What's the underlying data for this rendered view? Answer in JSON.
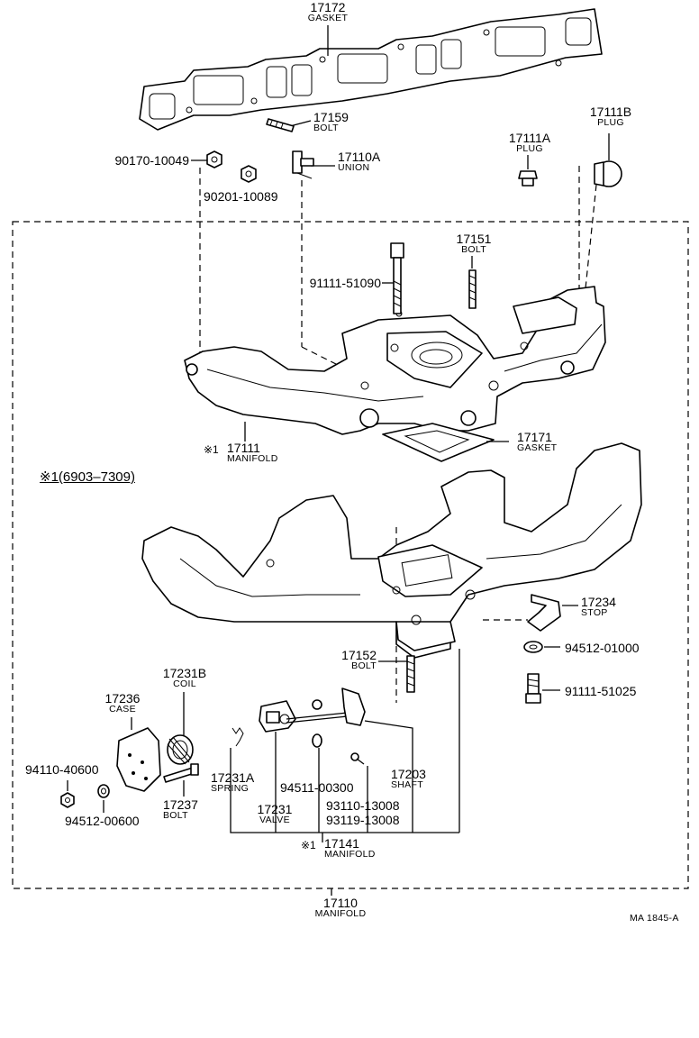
{
  "labels": {
    "p17172": {
      "num": "17172",
      "name": "GASKET"
    },
    "p17159": {
      "num": "17159",
      "name": "BOLT"
    },
    "p17110A": {
      "num": "17110A",
      "name": "UNION"
    },
    "p17111A": {
      "num": "17111A",
      "name": "PLUG"
    },
    "p17111B": {
      "num": "17111B",
      "name": "PLUG"
    },
    "p90170": {
      "num": "90170-10049"
    },
    "p90201": {
      "num": "90201-10089"
    },
    "p17151": {
      "num": "17151",
      "name": "BOLT"
    },
    "p91111_51090": {
      "num": "91111-51090"
    },
    "p17111": {
      "mark": "※1",
      "num": "17111",
      "name": "MANIFOLD"
    },
    "p17171": {
      "num": "17171",
      "name": "GASKET"
    },
    "serial_note": "※1(6903–7309)",
    "p17234": {
      "num": "17234",
      "name": "STOP"
    },
    "p94512_01000": {
      "num": "94512-01000"
    },
    "p17152": {
      "num": "17152",
      "name": "BOLT"
    },
    "p91111_51025": {
      "num": "91111-51025"
    },
    "p17231B": {
      "num": "17231B",
      "name": "COIL"
    },
    "p17236": {
      "num": "17236",
      "name": "CASE"
    },
    "p94110": {
      "num": "94110-40600"
    },
    "p94512_00600": {
      "num": "94512-00600"
    },
    "p17237": {
      "num": "17237",
      "name": "BOLT"
    },
    "p17231A": {
      "num": "17231A",
      "name": "SPRING"
    },
    "p17231": {
      "num": "17231",
      "name": "VALVE"
    },
    "p94511": {
      "num": "94511-00300"
    },
    "p17203": {
      "num": "17203",
      "name": "SHAFT"
    },
    "p93110": {
      "num": "93110-13008"
    },
    "p93119": {
      "num": "93119-13008"
    },
    "p17141": {
      "mark": "※1",
      "num": "17141",
      "name": "MANIFOLD"
    },
    "p17110": {
      "num": "17110",
      "name": "MANIFOLD"
    },
    "drawing_code": "MA 1845-A"
  }
}
